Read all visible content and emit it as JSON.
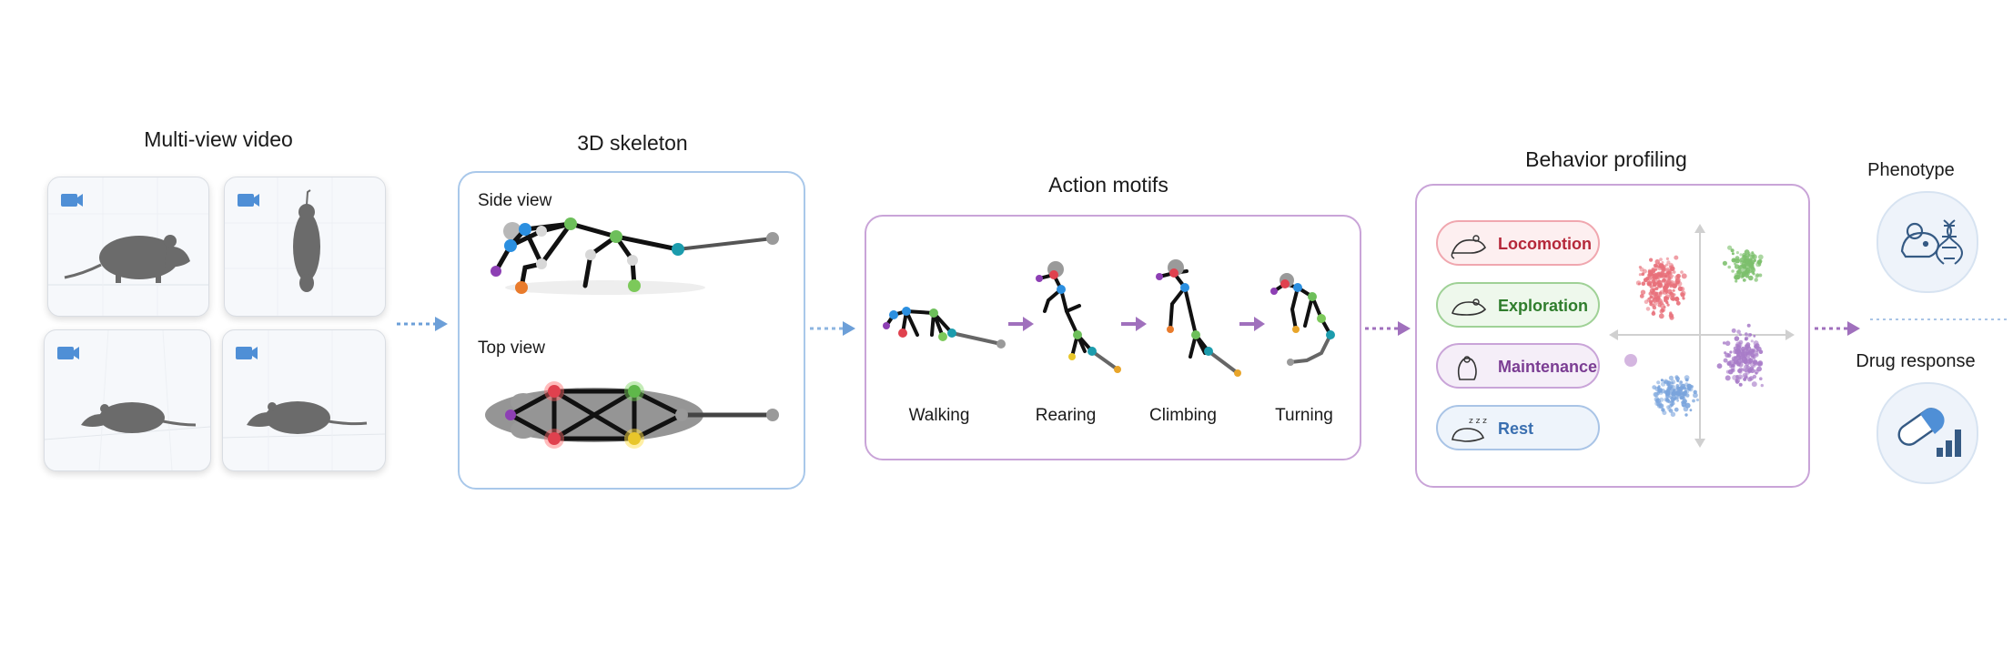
{
  "stages": {
    "multiview": "Multi-view video",
    "skeleton": "3D skeleton",
    "motifs": "Action motifs",
    "profiling": "Behavior profiling",
    "phenotype": "Phenotype",
    "drug": "Drug response"
  },
  "skeleton_views": {
    "side": "Side view",
    "top": "Top view"
  },
  "motif_labels": [
    "Walking",
    "Rearing",
    "Climbing",
    "Turning"
  ],
  "behaviors": [
    {
      "label": "Locomotion",
      "color": "#b5283a",
      "bg": "#fdeff0",
      "border": "#f0a7af",
      "icon": "running-mouse-icon"
    },
    {
      "label": "Exploration",
      "color": "#2f7d2c",
      "bg": "#eef8ec",
      "border": "#9fd196",
      "icon": "sniffing-mouse-icon"
    },
    {
      "label": "Maintenance",
      "color": "#7b3d93",
      "bg": "#f5eef8",
      "border": "#c9a4d8",
      "icon": "grooming-mouse-icon"
    },
    {
      "label": "Rest",
      "color": "#3a6fb0",
      "bg": "#eef4fb",
      "border": "#a9c4e6",
      "icon": "sleeping-mouse-icon"
    }
  ],
  "colors": {
    "skeleton_panel": "#a9c8ea",
    "motif_panel": "#c9a4d8",
    "arrow_blue": "#6c9fd8",
    "arrow_purple": "#a070bd",
    "mouse": "#6b6b6b"
  },
  "icons": [
    "camera-icon",
    "mouse-head-icon",
    "dna-icon",
    "pill-icon",
    "bar-chart-icon"
  ]
}
